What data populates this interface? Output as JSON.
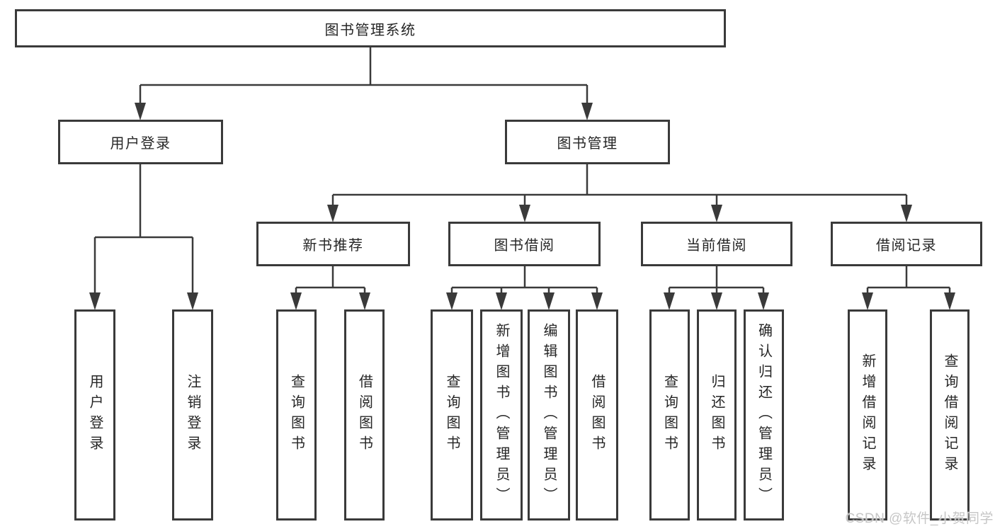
{
  "diagram": {
    "root": {
      "label": "图书管理系统"
    },
    "level2": [
      {
        "label": "用户登录",
        "leaves": [
          "用户登录",
          "注销登录"
        ]
      },
      {
        "label": "图书管理"
      }
    ],
    "level3": [
      {
        "label": "新书推荐",
        "leaves": [
          "查询图书",
          "借阅图书"
        ]
      },
      {
        "label": "图书借阅",
        "leaves": [
          "查询图书",
          "新增图书（管理员）",
          "编辑图书（管理员）",
          "借阅图书"
        ]
      },
      {
        "label": "当前借阅",
        "leaves": [
          "查询图书",
          "归还图书",
          "确认归还（管理员）"
        ]
      },
      {
        "label": "借阅记录",
        "leaves": [
          "新增借阅记录",
          "查询借阅记录"
        ]
      }
    ],
    "colors": {
      "line": "#3a3a3a",
      "box_border": "#3a3a3a",
      "text": "#262626",
      "background": "#ffffff"
    }
  },
  "watermark": {
    "text": "CSDN @软件_小贺同学",
    "color": "#c6c6c6"
  }
}
